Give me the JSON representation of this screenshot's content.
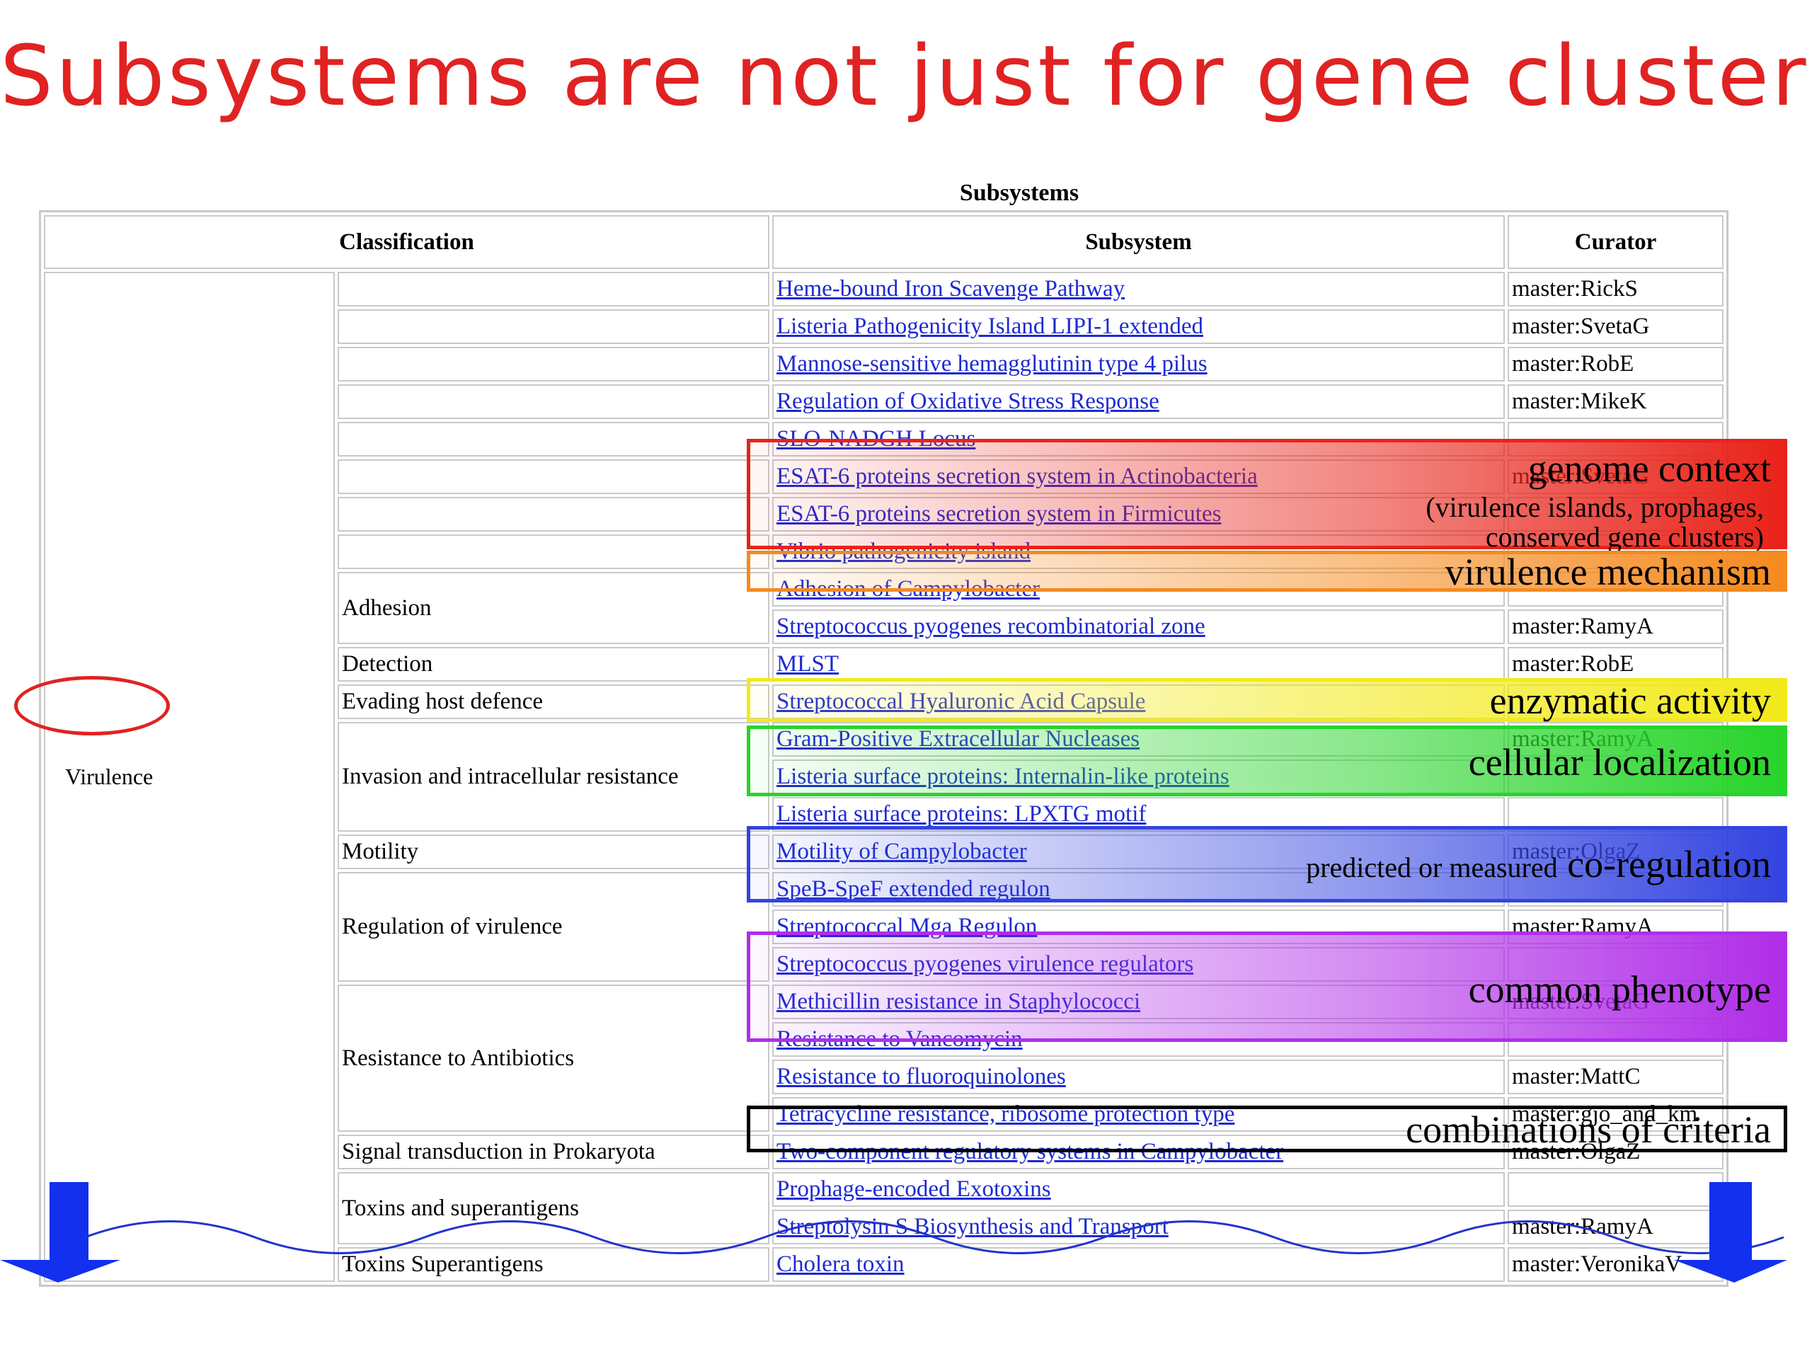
{
  "title": "Subsystems are not just for gene clusters",
  "table": {
    "caption": "Subsystems",
    "headers": {
      "classification": "Classification",
      "subsystem": "Subsystem",
      "curator": "Curator"
    },
    "top_class": "Virulence",
    "rows": [
      {
        "sub": "",
        "subsystem": "Heme-bound Iron Scavenge Pathway",
        "curator": "master:RickS"
      },
      {
        "sub": "",
        "subsystem": "Listeria Pathogenicity Island LIPI-1 extended",
        "curator": "master:SvetaG"
      },
      {
        "sub": "",
        "subsystem": "Mannose-sensitive hemagglutinin type 4 pilus",
        "curator": "master:RobE"
      },
      {
        "sub": "",
        "subsystem": "Regulation of Oxidative Stress Response",
        "curator": "master:MikeK"
      },
      {
        "sub": "",
        "subsystem": "SLO-NADGH Locus",
        "curator": ""
      },
      {
        "sub": "",
        "subsystem": "ESAT-6 proteins secretion system in Actinobacteria",
        "curator": "master:SvetaG"
      },
      {
        "sub": "",
        "subsystem": "ESAT-6 proteins secretion system in Firmicutes",
        "curator": ""
      },
      {
        "sub": "",
        "subsystem": "Vibrio pathogenicity island",
        "curator": ""
      },
      {
        "sub": "Adhesion",
        "subsystem": "Adhesion of Campylobacter",
        "curator": ""
      },
      {
        "sub": "",
        "subsystem": "Streptococcus pyogenes recombinatorial zone",
        "curator": "master:RamyA"
      },
      {
        "sub": "Detection",
        "subsystem": "MLST",
        "curator": "master:RobE"
      },
      {
        "sub": "Evading host defence",
        "subsystem": "Streptococcal Hyaluronic Acid Capsule",
        "curator": ""
      },
      {
        "sub": "Invasion and intracellular resistance",
        "subsystem": "Gram-Positive Extracellular Nucleases",
        "curator": "master:RamyA"
      },
      {
        "sub": "",
        "subsystem": "Listeria surface proteins: Internalin-like proteins",
        "curator": ""
      },
      {
        "sub": "",
        "subsystem": "Listeria surface proteins: LPXTG motif",
        "curator": ""
      },
      {
        "sub": "Motility",
        "subsystem": "Motility of Campylobacter",
        "curator": "master:OlgaZ"
      },
      {
        "sub": "Regulation of virulence",
        "subsystem": "SpeB-SpeF extended regulon",
        "curator": ""
      },
      {
        "sub": "",
        "subsystem": "Streptococcal Mga Regulon",
        "curator": "master:RamyA"
      },
      {
        "sub": "",
        "subsystem": "Streptococcus pyogenes virulence regulators",
        "curator": ""
      },
      {
        "sub": "Resistance to Antibiotics",
        "subsystem": "Methicillin resistance in Staphylococci",
        "curator": "master:SvetaG"
      },
      {
        "sub": "",
        "subsystem": "Resistance to Vancomycin",
        "curator": ""
      },
      {
        "sub": "",
        "subsystem": "Resistance to fluoroquinolones",
        "curator": "master:MattC"
      },
      {
        "sub": "",
        "subsystem": "Tetracycline resistance, ribosome protection type",
        "curator": "master:gjo_and_km"
      },
      {
        "sub": "Signal transduction in Prokaryota",
        "subsystem": "Two-component regulatory systems in Campylobacter",
        "curator": "master:OlgaZ"
      },
      {
        "sub": "Toxins and superantigens",
        "subsystem": "Prophage-encoded Exotoxins",
        "curator": ""
      },
      {
        "sub": "",
        "subsystem": "Streptolysin S Biosynthesis and Transport",
        "curator": "master:RamyA"
      },
      {
        "sub": "Toxins Superantigens",
        "subsystem": "Cholera toxin",
        "curator": "master:VeronikaV"
      }
    ]
  },
  "annotations": {
    "genome_context": "genome context",
    "genome_context_sub1": "(virulence islands, prophages,",
    "genome_context_sub2": "conserved gene clusters)",
    "virulence_mechanism": "virulence mechanism",
    "enzymatic_activity": "enzymatic activity",
    "cellular_localization": "cellular localization",
    "coreg_prefix": "predicted or measured",
    "coreg_main": "co-regulation",
    "common_phenotype": "common phenotype",
    "combinations": "combinations of criteria"
  },
  "colors": {
    "title": "#e02222",
    "link": "#1d2ad1",
    "red": "#e8231a",
    "orange": "#f58a1f",
    "yellow": "#f2ea1a",
    "green": "#27d42a",
    "blue": "#3344e0",
    "purple": "#b02ee8",
    "black": "#000000",
    "arrow": "#1230ee"
  }
}
